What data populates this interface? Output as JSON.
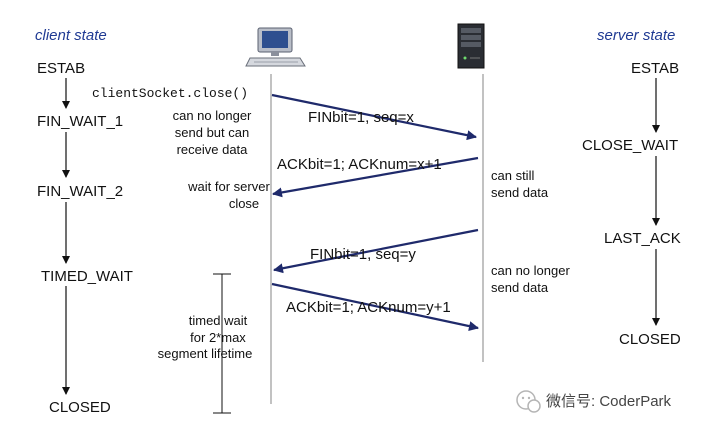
{
  "headings": {
    "client": "client state",
    "server": "server state"
  },
  "client_states": [
    "ESTAB",
    "FIN_WAIT_1",
    "FIN_WAIT_2",
    "TIMED_WAIT",
    "CLOSED"
  ],
  "server_states": [
    "ESTAB",
    "CLOSE_WAIT",
    "LAST_ACK",
    "CLOSED"
  ],
  "call": "clientSocket.close()",
  "messages": [
    "FINbit=1, seq=x",
    "ACKbit=1; ACKnum=x+1",
    "FINbit=1, seq=y",
    "ACKbit=1; ACKnum=y+1"
  ],
  "notes": {
    "no_longer_send": [
      "can no longer",
      "send but can",
      "receive data"
    ],
    "wait_server": [
      "wait for server",
      "close"
    ],
    "can_still": [
      "can still",
      "send data"
    ],
    "can_no_longer": [
      "can no longer",
      "send data"
    ],
    "timed_wait": [
      "timed wait",
      "for 2*max",
      "segment lifetime"
    ]
  },
  "watermark": "微信号: CoderPark",
  "icons": {
    "client": "desktop-computer-icon",
    "server": "server-tower-icon",
    "watermark": "wechat-logo-icon"
  },
  "colors": {
    "heading": "#1f3a93",
    "message_arrow": "#1f2a6b",
    "timeline": "#9a9a9a"
  }
}
